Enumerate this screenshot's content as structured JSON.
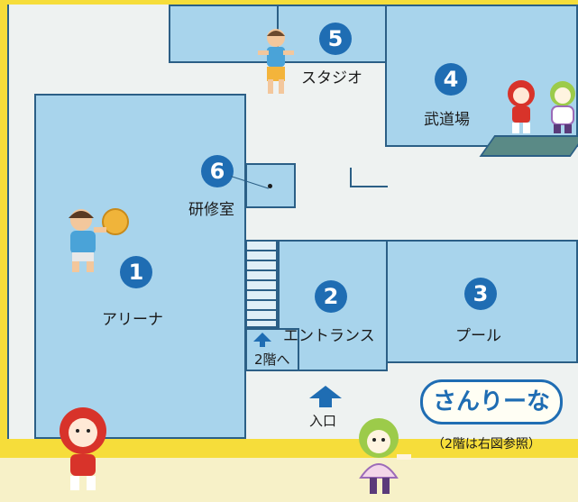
{
  "rooms": [
    {
      "number": "1",
      "label": "アリーナ"
    },
    {
      "number": "2",
      "label": "エントランス"
    },
    {
      "number": "3",
      "label": "プール"
    },
    {
      "number": "4",
      "label": "武道場"
    },
    {
      "number": "5",
      "label": "スタジオ"
    },
    {
      "number": "6",
      "label": "研修室"
    }
  ],
  "stairs_label": "2階へ",
  "entrance_label": "入口",
  "logo_text": "さんりーな",
  "note": "（2階は右図参照）",
  "colors": {
    "room_fill": "#a8d4ec",
    "wall": "#2b5f86",
    "accent_blue": "#1f6db3",
    "yellow": "#f6dd3a"
  }
}
